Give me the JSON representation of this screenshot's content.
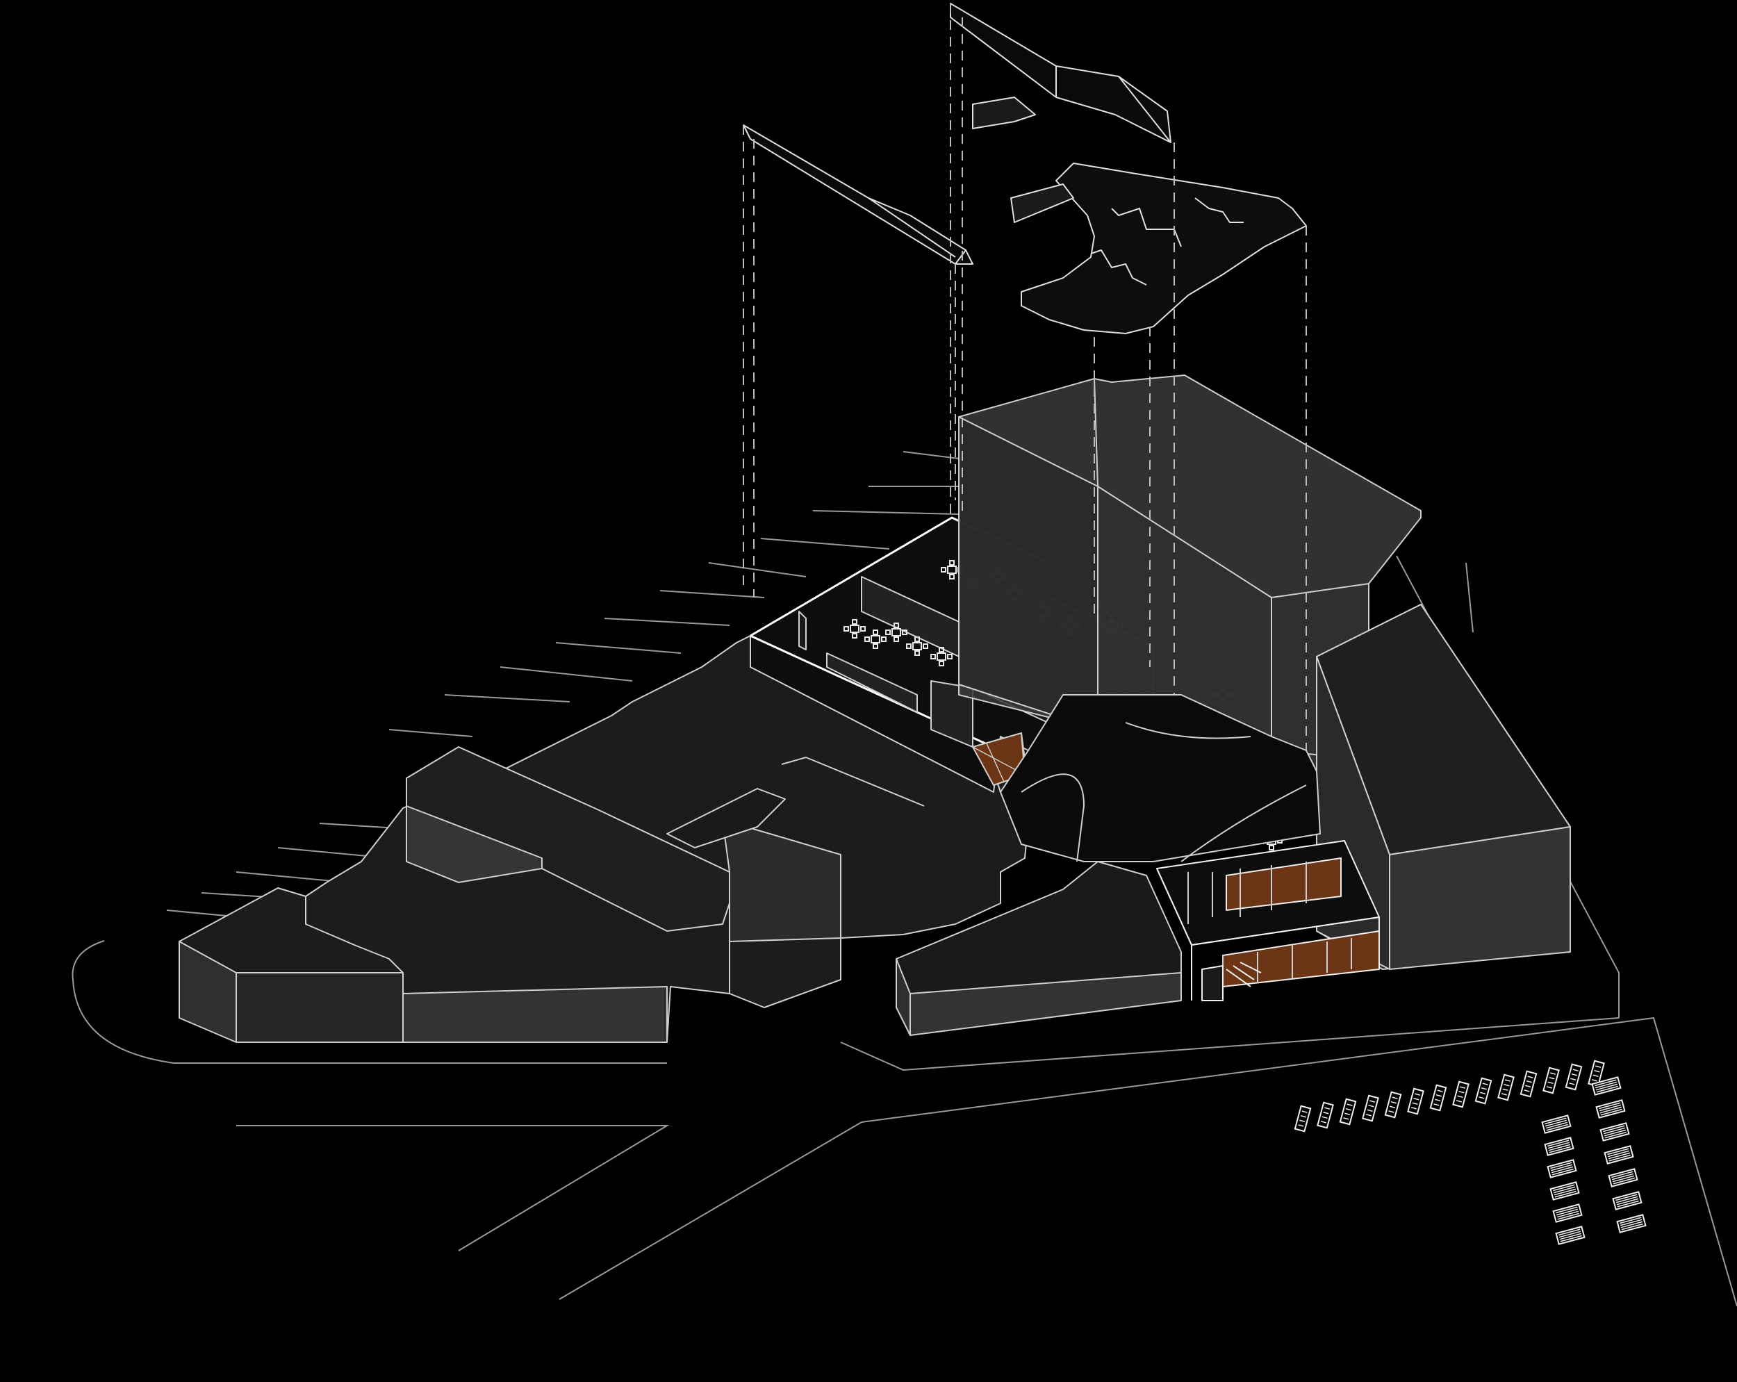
{
  "drawing": {
    "type": "exploded axonometric diagram",
    "labels": []
  },
  "colors": {
    "background": "#000000",
    "line": "#d9d9d9",
    "line_faint": "#8a8a8a",
    "mass_top": "#1e1e1e",
    "mass_left": "#2c2c2c",
    "mass_right": "#333333",
    "tall_block": "#3a3a3a",
    "floor": "#0c0c0c",
    "wood": "#6b3516",
    "roof_plate": "#0a0a0a"
  },
  "parking": {
    "row_stalls": 14,
    "column_left_stalls": 6,
    "column_right_stalls": 7
  }
}
